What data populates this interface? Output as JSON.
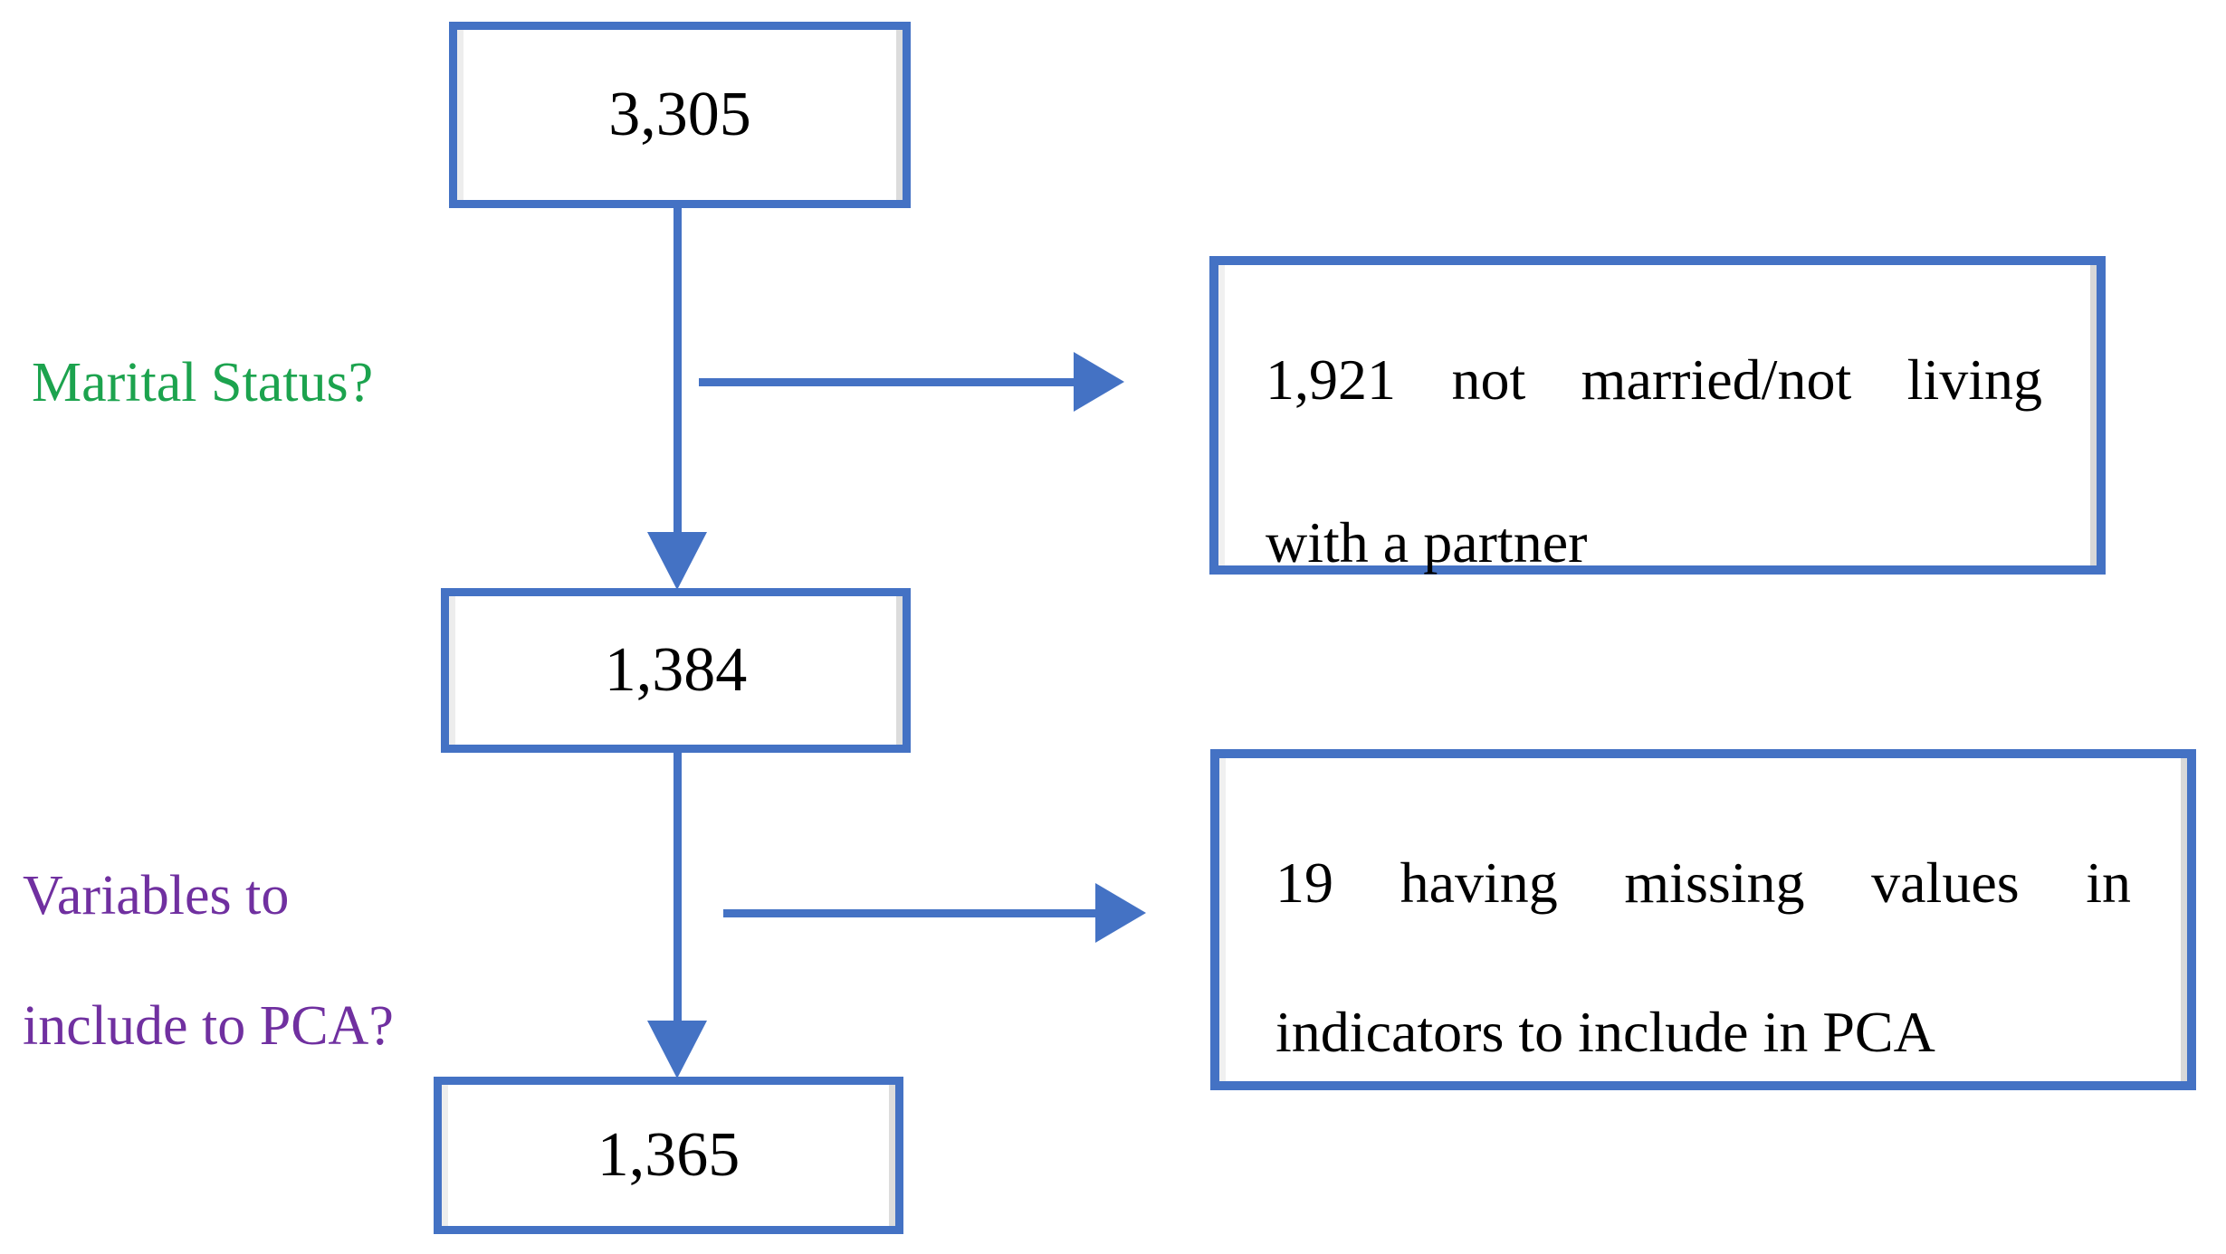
{
  "colors": {
    "blue": "#4472C4",
    "green": "#1CA34E",
    "purple": "#7030A0",
    "text": "#000000",
    "background": "#FFFFFF"
  },
  "diagram": {
    "nodes": {
      "initial": {
        "value": "3,305"
      },
      "after_marital": {
        "value": "1,384"
      },
      "final": {
        "value": "1,365"
      }
    },
    "branch_labels": {
      "marital": "Marital Status?",
      "pca_line1": "Variables to",
      "pca_line2": "include to PCA?"
    },
    "exclusions": {
      "marital": {
        "line1": "1,921 not married/not living",
        "line2": "with a partner"
      },
      "pca": {
        "line1": "19 having missing values in",
        "line2": "indicators to include in PCA"
      }
    }
  }
}
